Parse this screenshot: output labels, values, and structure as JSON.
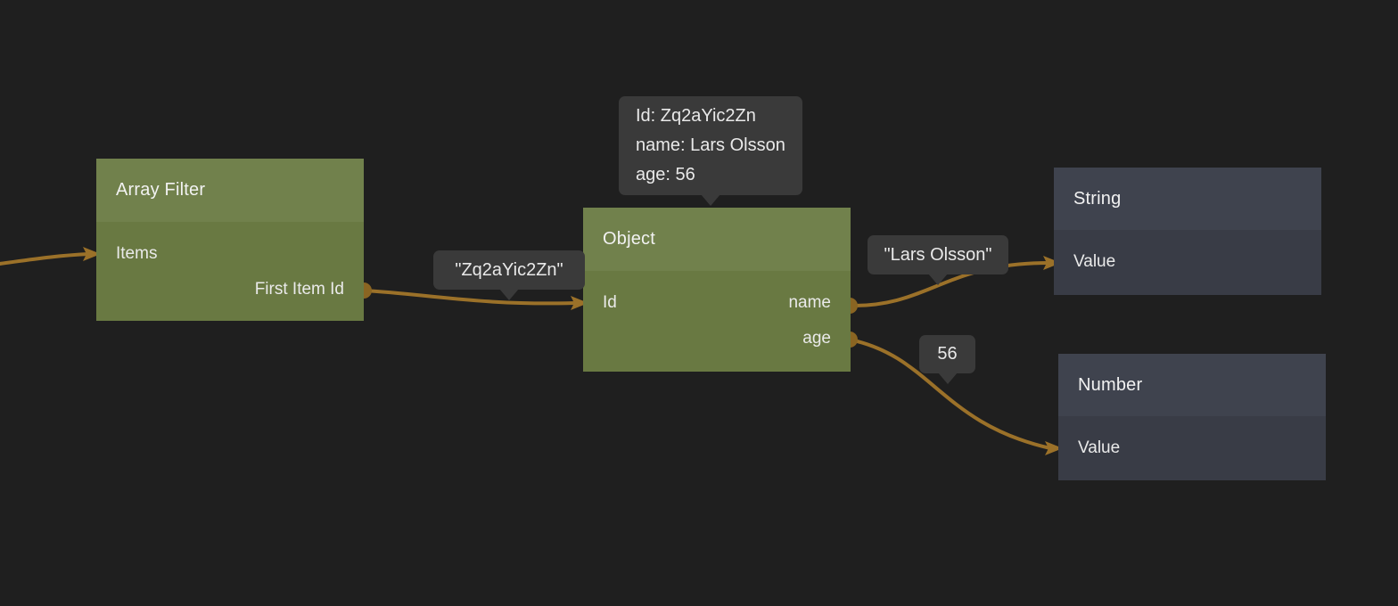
{
  "app": {
    "name": "node-editor-canvas"
  },
  "colors": {
    "background": "#1f1f1f",
    "wire": "#9b7129",
    "port": "#8a6522",
    "node_green_header": "#71814c",
    "node_green_body": "#697942",
    "node_slate_header": "#3f434e",
    "node_slate_body": "#393c46",
    "tooltip_bg": "#3a3a3a",
    "text": "#ececec"
  },
  "nodes": {
    "array_filter": {
      "title": "Array Filter",
      "ports": {
        "items": "Items",
        "first_item_id": "First Item Id"
      }
    },
    "object": {
      "title": "Object",
      "ports": {
        "id": "Id",
        "name": "name",
        "age": "age"
      }
    },
    "string": {
      "title": "String",
      "ports": {
        "value": "Value"
      }
    },
    "number": {
      "title": "Number",
      "ports": {
        "value": "Value"
      }
    }
  },
  "tooltips": {
    "object_preview": {
      "lines": [
        "Id: Zq2aYic2Zn",
        "name: Lars Olsson",
        "age: 56"
      ]
    },
    "wire_id": {
      "text": "\"Zq2aYic2Zn\""
    },
    "wire_name": {
      "text": "\"Lars Olsson\""
    },
    "wire_age": {
      "text": "56"
    }
  }
}
